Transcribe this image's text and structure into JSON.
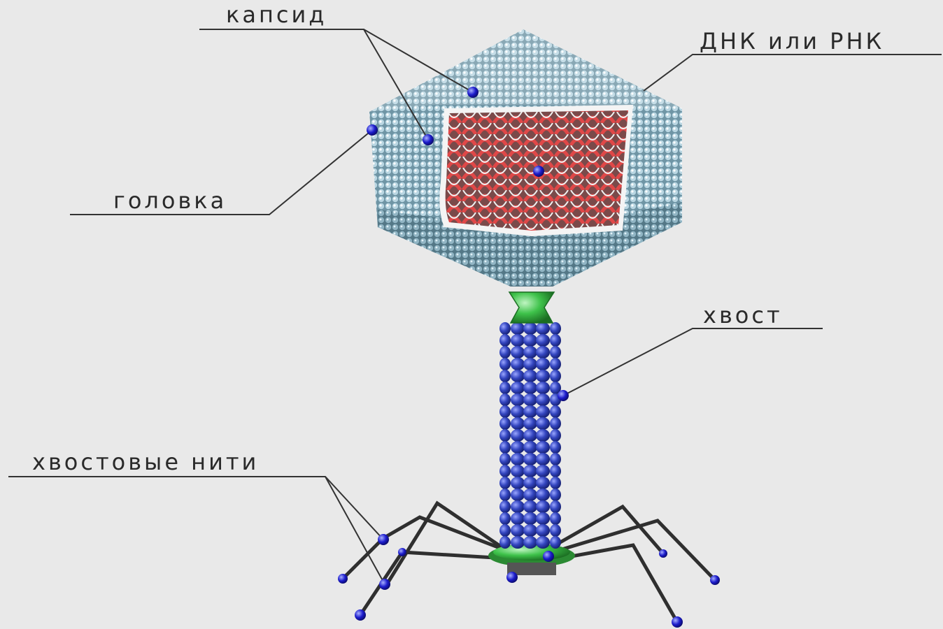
{
  "labels": {
    "capsid": "капсид",
    "nucleic_acid": "ДНК или РНК",
    "head": "головка",
    "tail": "хвост",
    "tail_fibers": "хвостовые нити"
  },
  "colors": {
    "background": "#e9e9e9",
    "capsid": "#8fb3c2",
    "nucleic_acid": "#c23a3a",
    "collar": "#3ec24a",
    "tail": "#2e3fae",
    "fibers": "#2f2f2f",
    "marker": "#1c1ccc"
  }
}
